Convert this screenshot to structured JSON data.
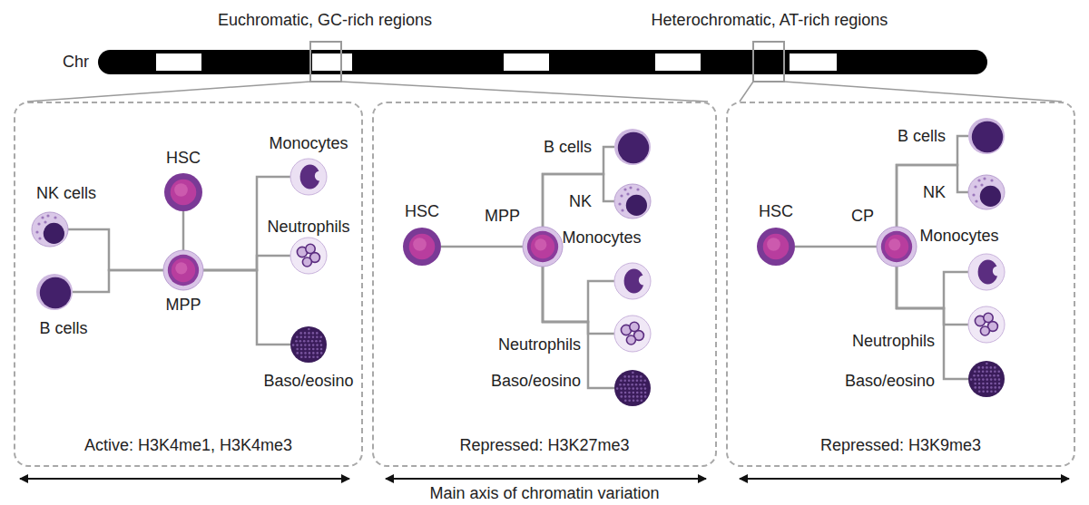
{
  "diagram": {
    "nodes": [
      {
        "text": [
          "Active: H3K4me1, H3K4me3"
        ]
      },
      {
        "text": [
          "HSC"
        ],
        "in": 0
      },
      {
        "text": [
          "MPP"
        ],
        "in": 0
      },
      {
        "text": [
          "NK cells"
        ],
        "in": 0
      },
      {
        "text": [
          "B cells"
        ],
        "in": 0
      },
      {
        "text": [
          "Monocytes"
        ],
        "in": 0
      },
      {
        "text": [
          "Neutrophils"
        ],
        "in": 0
      },
      {
        "text": [
          "Baso/eosino"
        ],
        "in": 0
      },
      {
        "text": [
          "Repressed: H3K27me3"
        ]
      },
      {
        "text": [
          "HSC"
        ],
        "in": 8
      },
      {
        "text": [
          "MPP"
        ],
        "in": 8
      },
      {
        "text": [
          "B cells"
        ],
        "in": 8
      },
      {
        "text": [
          "NK"
        ],
        "in": 8
      },
      {
        "text": [
          "Monocytes"
        ],
        "in": 8
      },
      {
        "text": [
          "Neutrophils"
        ],
        "in": 8
      },
      {
        "text": [
          "Baso/eosino"
        ],
        "in": 8
      },
      {
        "text": [
          "Repressed: H3K9me3"
        ]
      },
      {
        "text": [
          "HSC"
        ],
        "in": 16
      },
      {
        "text": [
          "CP"
        ],
        "in": 16
      },
      {
        "text": [
          "B cells"
        ],
        "in": 16
      },
      {
        "text": [
          "NK"
        ],
        "in": 16
      },
      {
        "text": [
          "Monocytes"
        ],
        "in": 16
      },
      {
        "text": [
          "Neutrophils"
        ],
        "in": 16
      },
      {
        "text": [
          "Baso/eosino"
        ],
        "in": 16
      }
    ],
    "edges": [
      {
        "from": 1,
        "to": 2,
        "arrow": "none"
      },
      {
        "from": 2,
        "to": 3,
        "arrow": "none"
      },
      {
        "from": 2,
        "to": 4,
        "arrow": "none"
      },
      {
        "from": 2,
        "to": 5,
        "arrow": "none"
      },
      {
        "from": 2,
        "to": 6,
        "arrow": "none"
      },
      {
        "from": 2,
        "to": 7,
        "arrow": "none"
      },
      {
        "from": 9,
        "to": 10,
        "arrow": "none"
      },
      {
        "from": 10,
        "to": 11,
        "arrow": "none"
      },
      {
        "from": 10,
        "to": 12,
        "arrow": "none"
      },
      {
        "from": 10,
        "to": 13,
        "arrow": "none"
      },
      {
        "from": 10,
        "to": 14,
        "arrow": "none"
      },
      {
        "from": 10,
        "to": 15,
        "arrow": "none"
      },
      {
        "from": 17,
        "to": 18,
        "arrow": "none"
      },
      {
        "from": 18,
        "to": 19,
        "arrow": "none"
      },
      {
        "from": 18,
        "to": 20,
        "arrow": "none"
      },
      {
        "from": 18,
        "to": 21,
        "arrow": "none"
      },
      {
        "from": 18,
        "to": 22,
        "arrow": "none"
      },
      {
        "from": 18,
        "to": 23,
        "arrow": "none"
      }
    ],
    "labels": [
      "Euchromatic, GC-rich regions",
      "Heterochromatic, AT-rich regions",
      "Chr",
      "Main axis of chromatin variation"
    ]
  }
}
